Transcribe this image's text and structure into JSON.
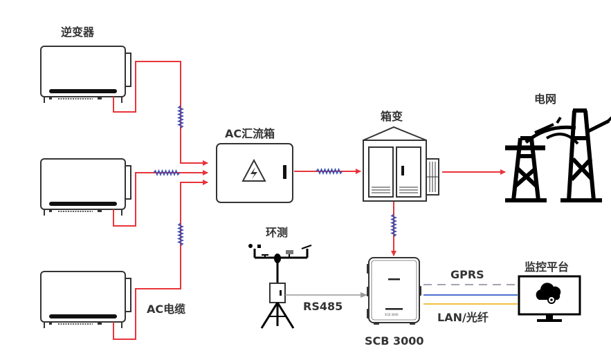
{
  "labels": {
    "inverter": "逆变器",
    "ac_combiner": "AC汇流箱",
    "box_transformer": "箱变",
    "grid": "电网",
    "env_monitor": "环测",
    "ac_cable": "AC电缆",
    "rs485": "RS485",
    "scb": "SCB 3000",
    "scb_small": "SCB 3000",
    "gprs": "GPRS",
    "lan": "LAN/光纤",
    "monitor_platform": "监控平台"
  },
  "colors": {
    "power_line": "#e8333a",
    "coil": "#3a4fb0",
    "rs485_line": "#999999",
    "gprs_line": "#a9a0b0",
    "lan_blue": "#4a6fd0",
    "fiber_yellow": "#f2c040",
    "outline": "#333333"
  },
  "icons": {
    "inverters": [
      "inverter-icon",
      "inverter-icon",
      "inverter-icon"
    ],
    "combiner": "combiner-box-icon",
    "transformer": "box-transformer-icon",
    "grid": "power-tower-icon",
    "env": "weather-station-icon",
    "scb": "scb-device-icon",
    "platform": "cloud-monitor-icon"
  }
}
